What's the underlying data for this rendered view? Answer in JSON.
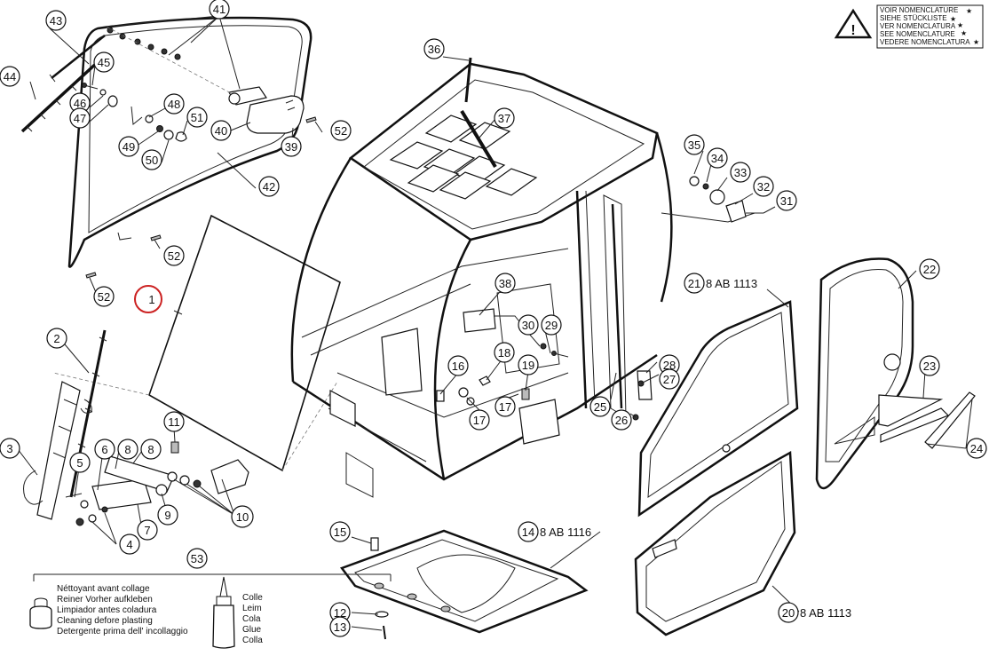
{
  "callouts": [
    {
      "id": "c1",
      "text": "1"
    },
    {
      "id": "c2",
      "text": "2"
    },
    {
      "id": "c3",
      "text": "3"
    },
    {
      "id": "c4",
      "text": "4"
    },
    {
      "id": "c5",
      "text": "5"
    },
    {
      "id": "c6",
      "text": "6"
    },
    {
      "id": "c7",
      "text": "7"
    },
    {
      "id": "c8a",
      "text": "8"
    },
    {
      "id": "c8b",
      "text": "8"
    },
    {
      "id": "c9",
      "text": "9"
    },
    {
      "id": "c10",
      "text": "10"
    },
    {
      "id": "c11",
      "text": "11"
    },
    {
      "id": "c12",
      "text": "12"
    },
    {
      "id": "c13",
      "text": "13"
    },
    {
      "id": "c14",
      "text": "14"
    },
    {
      "id": "c15",
      "text": "15"
    },
    {
      "id": "c16",
      "text": "16"
    },
    {
      "id": "c17a",
      "text": "17"
    },
    {
      "id": "c17b",
      "text": "17"
    },
    {
      "id": "c18",
      "text": "18"
    },
    {
      "id": "c19",
      "text": "19"
    },
    {
      "id": "c20",
      "text": "20"
    },
    {
      "id": "c21",
      "text": "21"
    },
    {
      "id": "c22",
      "text": "22"
    },
    {
      "id": "c23",
      "text": "23"
    },
    {
      "id": "c24",
      "text": "24"
    },
    {
      "id": "c25",
      "text": "25"
    },
    {
      "id": "c26",
      "text": "26"
    },
    {
      "id": "c27",
      "text": "27"
    },
    {
      "id": "c28",
      "text": "28"
    },
    {
      "id": "c29",
      "text": "29"
    },
    {
      "id": "c30",
      "text": "30"
    },
    {
      "id": "c31",
      "text": "31"
    },
    {
      "id": "c32",
      "text": "32"
    },
    {
      "id": "c33",
      "text": "33"
    },
    {
      "id": "c34",
      "text": "34"
    },
    {
      "id": "c35",
      "text": "35"
    },
    {
      "id": "c36",
      "text": "36"
    },
    {
      "id": "c37",
      "text": "37"
    },
    {
      "id": "c38",
      "text": "38"
    },
    {
      "id": "c39",
      "text": "39"
    },
    {
      "id": "c40",
      "text": "40"
    },
    {
      "id": "c41",
      "text": "41"
    },
    {
      "id": "c42",
      "text": "42"
    },
    {
      "id": "c43",
      "text": "43"
    },
    {
      "id": "c44",
      "text": "44"
    },
    {
      "id": "c45",
      "text": "45"
    },
    {
      "id": "c46",
      "text": "46"
    },
    {
      "id": "c47",
      "text": "47"
    },
    {
      "id": "c48",
      "text": "48"
    },
    {
      "id": "c49",
      "text": "49"
    },
    {
      "id": "c50",
      "text": "50"
    },
    {
      "id": "c51",
      "text": "51"
    },
    {
      "id": "c52a",
      "text": "52"
    },
    {
      "id": "c52b",
      "text": "52"
    },
    {
      "id": "c52c",
      "text": "52"
    },
    {
      "id": "c53",
      "text": "53"
    }
  ],
  "references": {
    "ref14": "8 AB 1116",
    "ref20": "8 AB 1113",
    "ref21": "8 AB 1113"
  },
  "notice": {
    "lines": [
      "VOIR NOMENCLATURE",
      "SIEHE STÜCKLISTE",
      "VER NOMENCLATURA",
      "SEE NOMENCLATURE",
      "VEDERE NOMENCLATURA"
    ],
    "icon": "warning-triangle-icon"
  },
  "legend": {
    "cleaner": [
      "Néttoyant avant collage",
      "Reiner Vorher aufkleben",
      "Limpiador antes coladura",
      "Cleaning defore plasting",
      "Detergente prima dell' incollaggio"
    ],
    "glue": [
      "Colle",
      "Leim",
      "Cola",
      "Glue",
      "Colla"
    ]
  },
  "highlight_color": "#cc2222"
}
